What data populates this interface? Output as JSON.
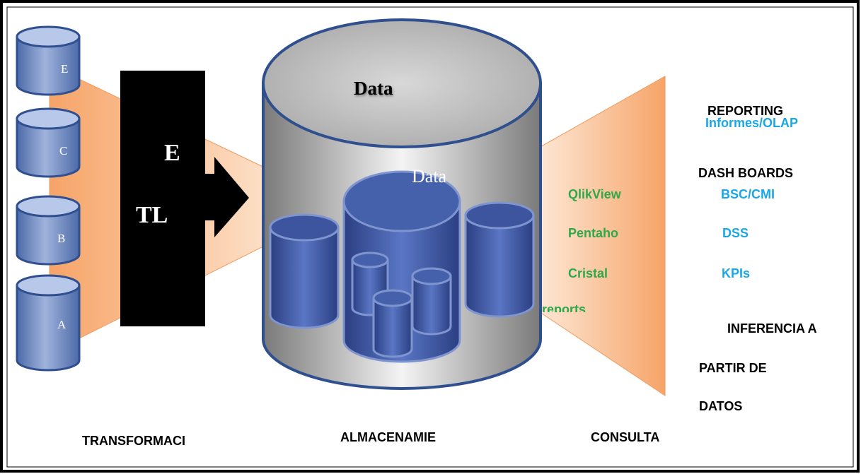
{
  "sources": [
    "E",
    "C",
    "B",
    "A"
  ],
  "etl": {
    "line1": "E",
    "line2": "TL"
  },
  "warehouse": {
    "top_label": "Data",
    "inner_label": "Data"
  },
  "tools": [
    "QlikView",
    "Pentaho",
    "Cristal",
    "reports"
  ],
  "consult": {
    "reporting": "REPORTING",
    "informes": "Informes/OLAP",
    "dashboards": "DASH BOARDS",
    "bsc": "BSC/CMI",
    "dss": "DSS",
    "kpis": "KPIs",
    "inferencia_1": "INFERENCIA A",
    "inferencia_2": "PARTIR DE",
    "inferencia_3": "DATOS"
  },
  "stages": [
    "TRANSFORMACI",
    "ALMACENAMIE",
    "CONSULTA"
  ],
  "colors": {
    "cylinder_blue": "#4a67b0",
    "funnel_orange": "#f7b98a",
    "tool_green": "#2ea84a",
    "item_blue": "#1aa7e6",
    "etl_black": "#000000"
  }
}
